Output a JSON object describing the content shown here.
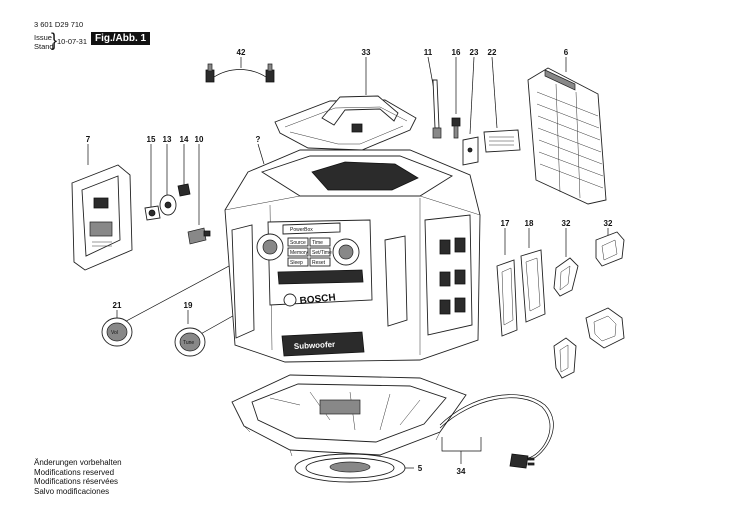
{
  "header": {
    "drawing_number": "3 601 D29 710",
    "issue_label": "Issue",
    "stand_label": "Stand",
    "date": "10-07-31",
    "figure_label": "Fig./Abb. 1"
  },
  "callouts": [
    {
      "id": "42",
      "text": "42"
    },
    {
      "id": "33",
      "text": "33"
    },
    {
      "id": "11",
      "text": "11"
    },
    {
      "id": "16",
      "text": "16"
    },
    {
      "id": "23",
      "text": "23"
    },
    {
      "id": "22",
      "text": "22"
    },
    {
      "id": "6",
      "text": "6"
    },
    {
      "id": "7",
      "text": "7"
    },
    {
      "id": "15",
      "text": "15"
    },
    {
      "id": "13",
      "text": "13"
    },
    {
      "id": "14",
      "text": "14"
    },
    {
      "id": "10",
      "text": "10"
    },
    {
      "id": "q",
      "text": "?"
    },
    {
      "id": "17",
      "text": "17"
    },
    {
      "id": "18",
      "text": "18"
    },
    {
      "id": "32a",
      "text": "32"
    },
    {
      "id": "32b",
      "text": "32"
    },
    {
      "id": "21",
      "text": "21"
    },
    {
      "id": "19",
      "text": "19"
    },
    {
      "id": "5",
      "text": "5"
    },
    {
      "id": "34",
      "text": "34"
    }
  ],
  "product_labels": {
    "powerbox": "PowerBox",
    "brand": "BOSCH",
    "subwoofer": "Subwoofer",
    "knob_left": "Vol",
    "knob_right": "Tune",
    "button_1": "Source",
    "button_2": "Time",
    "button_3": "Memory",
    "button_4": "Set/Time",
    "button_5": "Sleep",
    "button_6": "Reset"
  },
  "notes": [
    "Änderungen vorbehalten",
    "Modifications reserved",
    "Modifications réservées",
    "Salvo modificaciones"
  ]
}
